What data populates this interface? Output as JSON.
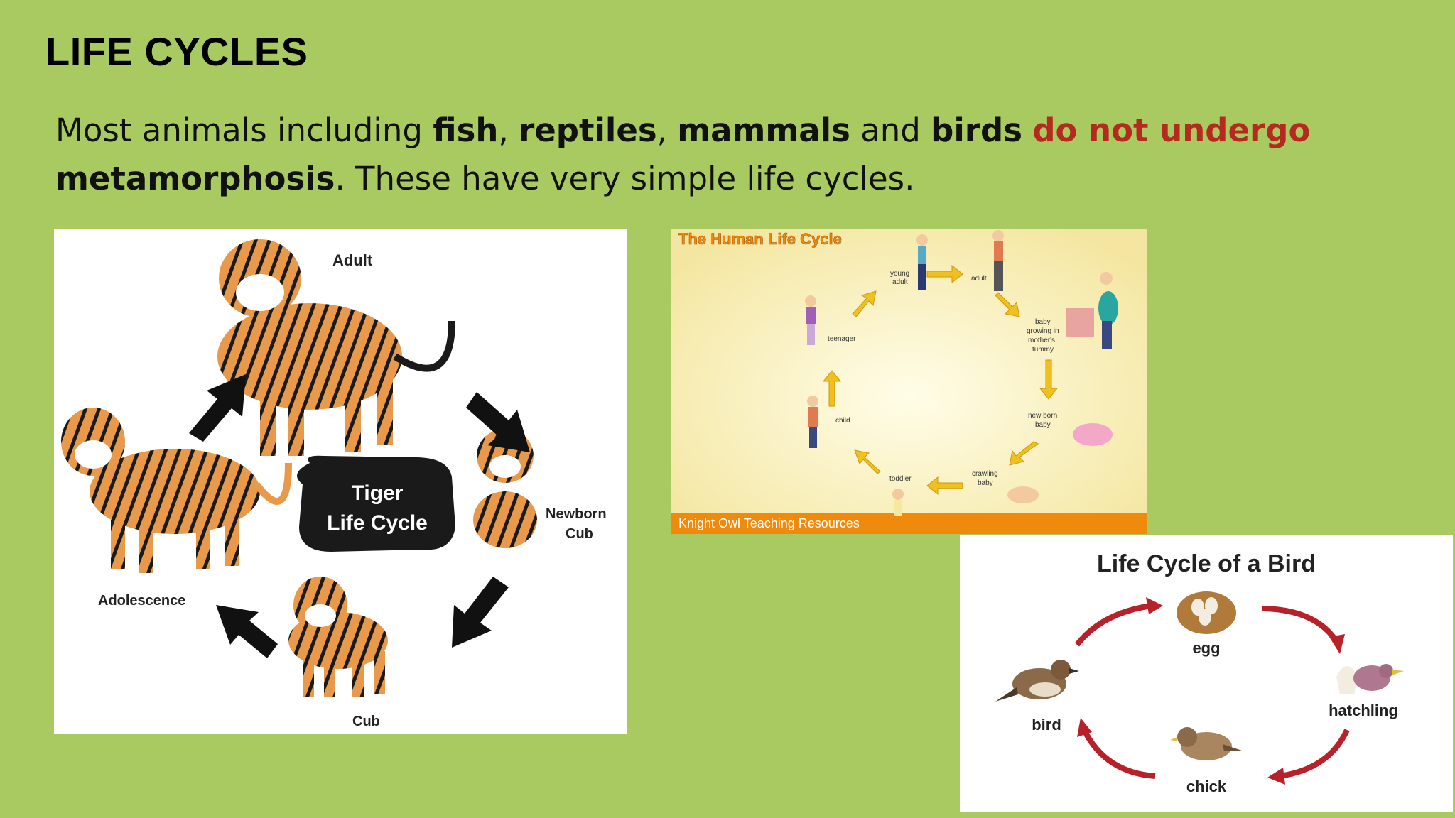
{
  "title": "LIFE CYCLES",
  "intro": {
    "t1": "Most animals including ",
    "fish": "fish",
    "c1": ", ",
    "reptiles": "reptiles",
    "c2": ", ",
    "mammals": "mammals",
    "t2": " and ",
    "birds": "birds",
    "t3": " ",
    "red": "do not undergo",
    "t4": " ",
    "meta": "metamorphosis",
    "t5": ". These have very simple life cycles."
  },
  "tiger": {
    "center_line1": "Tiger",
    "center_line2": "Life Cycle",
    "stages": {
      "adult": "Adult",
      "newborn1": "Newborn",
      "newborn2": "Cub",
      "cub": "Cub",
      "adolescence": "Adolescence"
    }
  },
  "human": {
    "title": "The Human Life Cycle",
    "footer": "Knight Owl Teaching Resources",
    "stages": {
      "young_adult_1": "young",
      "young_adult_2": "adult",
      "adult": "adult",
      "baby1": "baby",
      "baby2": "growing in",
      "baby3": "mother's",
      "baby4": "tummy",
      "newborn1": "new born",
      "newborn2": "baby",
      "crawling1": "crawling",
      "crawling2": "baby",
      "toddler": "toddler",
      "child": "child",
      "teenager": "teenager"
    }
  },
  "bird": {
    "title": "Life Cycle of a Bird",
    "stages": {
      "egg": "egg",
      "hatchling": "hatchling",
      "chick": "chick",
      "bird": "bird"
    }
  },
  "colors": {
    "background": "#a8ca60",
    "emphasis_red": "#b52a1f",
    "bird_arrow": "#b8202a",
    "human_arrow": "#f0c020",
    "human_footer": "#f08a0c",
    "tiger_orange": "#e89a4a"
  }
}
